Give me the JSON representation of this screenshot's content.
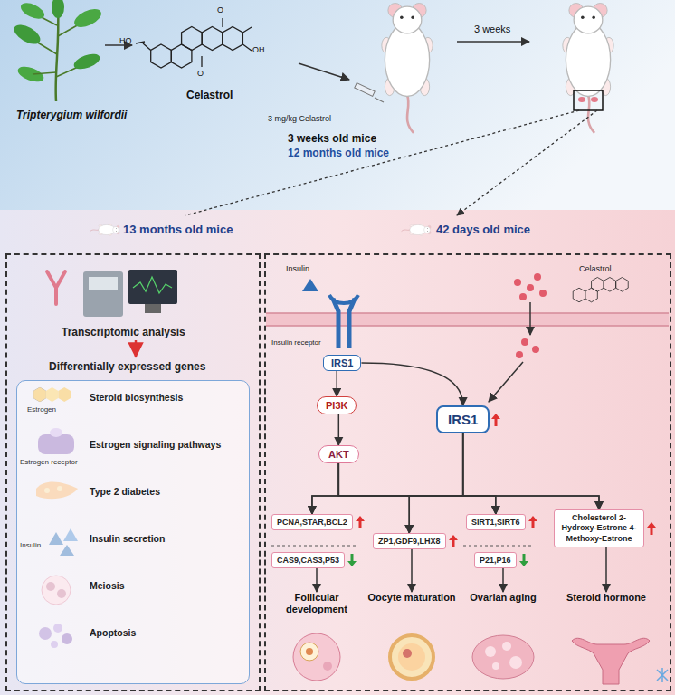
{
  "diagram": {
    "nodes": [
      {
        "text": [
          "13 months old mice",
          "Transcriptomic analysis",
          "Differentially expressed genes"
        ]
      },
      {
        "text": [
          "Steroid biosynthesis",
          "Estrogen signaling pathways",
          "Type 2 diabetes",
          "Insulin secretion",
          "Meiosis",
          "Apoptosis"
        ],
        "in": 0
      },
      {
        "text": [
          "42 days old mice"
        ]
      },
      {
        "text": [
          "IRS1"
        ],
        "in": 2
      },
      {
        "text": [
          "PI3K"
        ],
        "in": 2
      },
      {
        "text": [
          "AKT"
        ],
        "in": 2
      },
      {
        "text": [
          "IRS1"
        ],
        "in": 2
      },
      {
        "text": [
          "PCNA,STAR,BCL2"
        ],
        "in": 2
      },
      {
        "text": [
          "CAS9,CAS3,P53"
        ],
        "in": 2
      },
      {
        "text": [
          "ZP1,GDF9,LHX8"
        ],
        "in": 2
      },
      {
        "text": [
          "SIRT1,SIRT6"
        ],
        "in": 2
      },
      {
        "text": [
          "P21,P16"
        ],
        "in": 2
      },
      {
        "text": [
          "Cholesterol 2-Hydroxy-Estrone 4-Methoxy-Estrone"
        ],
        "in": 2
      },
      {
        "text": [
          "Follicular development"
        ],
        "in": 2
      },
      {
        "text": [
          "Oocyte maturation"
        ],
        "in": 2
      },
      {
        "text": [
          "Ovarian aging"
        ],
        "in": 2
      },
      {
        "text": [
          "Steroid hormone"
        ],
        "in": 2
      }
    ],
    "edges": [
      {
        "from": 3,
        "to": 4,
        "arrow": "to"
      },
      {
        "from": 4,
        "to": 5,
        "arrow": "to"
      },
      {
        "from": 3,
        "to": 6,
        "arrow": "to"
      },
      {
        "from": 5,
        "to": 7,
        "arrow": "to"
      },
      {
        "from": 5,
        "to": 9,
        "arrow": "to"
      },
      {
        "from": 5,
        "to": 10,
        "arrow": "to"
      },
      {
        "from": 5,
        "to": 12,
        "arrow": "to"
      },
      {
        "from": 6,
        "to": 7,
        "arrow": "to"
      },
      {
        "from": 6,
        "to": 9,
        "arrow": "to"
      },
      {
        "from": 6,
        "to": 10,
        "arrow": "to"
      },
      {
        "from": 6,
        "to": 12,
        "arrow": "to"
      },
      {
        "from": 8,
        "to": 13,
        "arrow": "to"
      },
      {
        "from": 9,
        "to": 14,
        "arrow": "to"
      },
      {
        "from": 11,
        "to": 15,
        "arrow": "to"
      },
      {
        "from": 12,
        "to": 16,
        "arrow": "to"
      }
    ],
    "labels": [
      "Tripterygium wilfordii",
      "Celastrol",
      "HO",
      "O",
      "O",
      "OH",
      "3 mg/kg Celastrol",
      "3 weeks old mice",
      "12 months old mice",
      "3 weeks",
      "Estrogen",
      "Estrogen receptor",
      "Insulin",
      "Insulin",
      "Insulin receptor",
      "Celastrol"
    ]
  }
}
